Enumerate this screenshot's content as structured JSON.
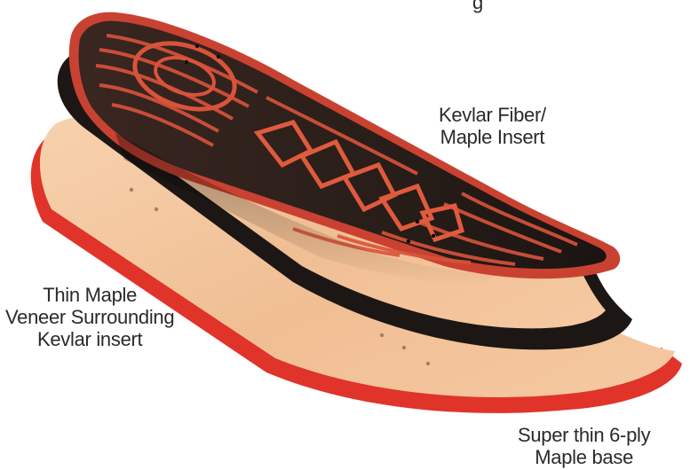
{
  "diagram": {
    "top_fragment": "g",
    "labels": {
      "kevlar_insert": [
        "Kevlar Fiber/",
        "Maple Insert"
      ],
      "veneer": [
        "Thin Maple",
        "Veneer Surrounding",
        "Kevlar insert"
      ],
      "base": [
        "Super thin 6-ply",
        "Maple base"
      ]
    },
    "colors": {
      "maple_base": "#f2c49a",
      "base_edge": "#e0342a",
      "veneer_layer": "#1c1714",
      "insert_dark": "#2a1e19",
      "insert_pattern": "#d9533a",
      "label_text": "#2a2a2a"
    }
  }
}
